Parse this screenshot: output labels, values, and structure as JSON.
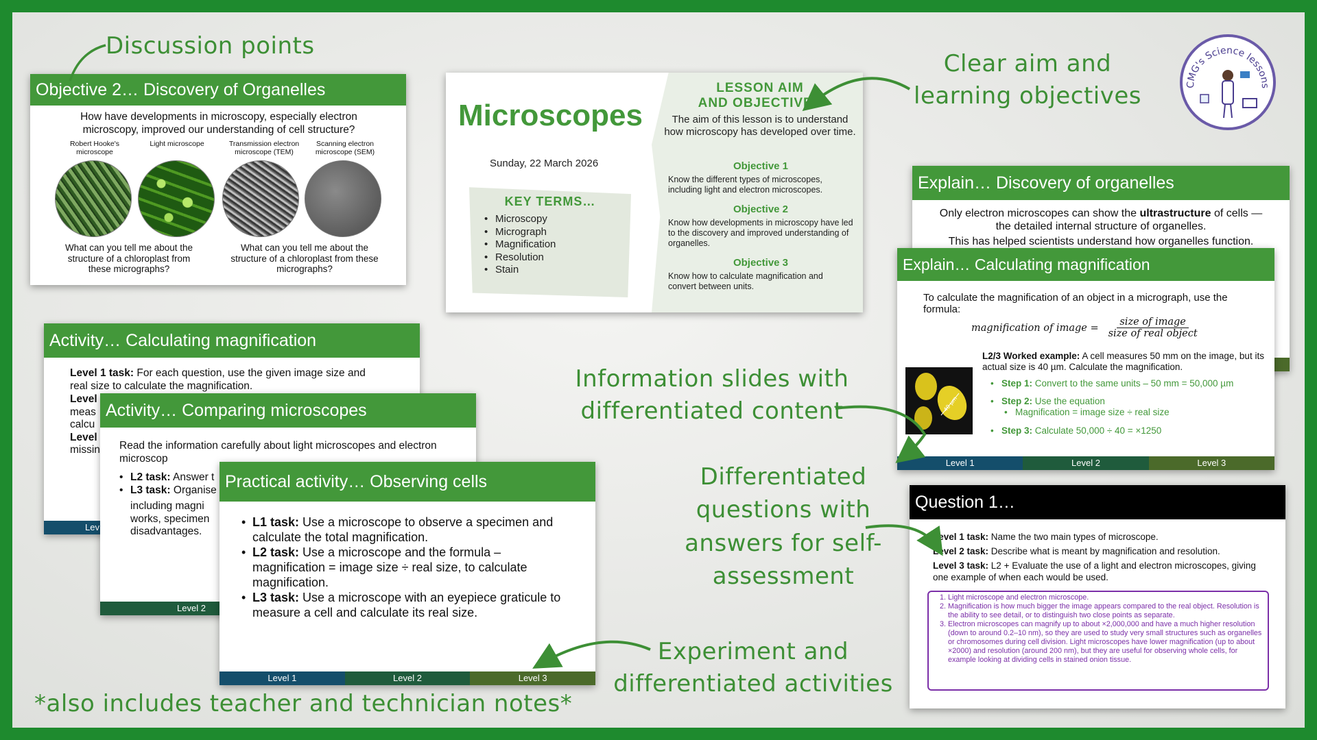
{
  "callouts": {
    "discussion": "Discussion points",
    "aim": [
      "Clear aim and",
      "learning objectives"
    ],
    "info": [
      "Information slides with",
      "differentiated content"
    ],
    "questions": [
      "Differentiated",
      "questions with",
      "answers for self-",
      "assessment"
    ],
    "experiment": [
      "Experiment and",
      "differentiated activities"
    ],
    "notes": "*also includes teacher and technician notes*"
  },
  "logo": {
    "text": "CMG's Science lessons"
  },
  "obj2": {
    "title": "Objective 2… Discovery of Organelles",
    "question": "How have developments in microscopy, especially electron microscopy, improved our understanding of cell structure?",
    "labels": [
      "Robert Hooke's microscope",
      "Light microscope",
      "Transmission electron microscope (TEM)",
      "Scanning electron microscope (SEM)"
    ],
    "prompt_left": "What can you tell me about the structure of a chloroplast from these micrographs?",
    "prompt_right": "What can you tell me about the structure of a chloroplast from these micrographs?"
  },
  "title_slide": {
    "title": "Microscopes",
    "date": "Sunday, 22 March 2026",
    "key_terms_heading": "KEY TERMS…",
    "key_terms": [
      "Microscopy",
      "Micrograph",
      "Magnification",
      "Resolution",
      "Stain"
    ],
    "aim_heading": [
      "LESSON AIM",
      "AND OBJECTIVES"
    ],
    "aim_text": "The aim of this lesson is to understand how microscopy has developed over time.",
    "objectives": [
      {
        "heading": "Objective 1",
        "text": "Know the different types of microscopes, including light and electron microscopes."
      },
      {
        "heading": "Objective 2",
        "text": "Know how developments in microscopy have led to the discovery and improved understanding of organelles."
      },
      {
        "heading": "Objective 3",
        "text": "Know how to calculate magnification and convert between units."
      }
    ]
  },
  "explain_org": {
    "title": "Explain… Discovery of organelles",
    "text_pre": "Only electron microscopes can show the ",
    "text_bold": "ultrastructure",
    "text_post": " of cells — the detailed internal structure of organelles.",
    "text2": "This has helped scientists understand how organelles function."
  },
  "explain_mag": {
    "title": "Explain… Calculating magnification",
    "intro": "To calculate the magnification of an object in a micrograph, use the formula:",
    "formula_lhs": "magnification of image =",
    "formula_num": "size of image",
    "formula_den": "size of real object",
    "worked_bold": "L2/3 Worked example:",
    "worked_text": " A cell measures 50 mm on the image, but its actual size is 40 µm. Calculate the magnification.",
    "step1_bold": "Step 1:",
    "step1_text": " Convert to the same units – 50 mm = 50,000 µm",
    "step2_bold": "Step 2:",
    "step2_text": " Use the equation",
    "step2_sub": "Magnification = image size ÷ real size",
    "step3_bold": "Step 3:",
    "step3_text": " Calculate 50,000 ÷ 40 = ×1250",
    "image_label": "40 µm",
    "levels": [
      "Level 1",
      "Level 2",
      "Level 3"
    ]
  },
  "activity_mag": {
    "title": "Activity… Calculating magnification",
    "l1_bold": "Level 1 task:",
    "l1_text": " For each question, use the given image size and real size to calculate the magnification.",
    "frag_lines": [
      "Level",
      "meas",
      "calcu",
      "Level",
      "missin"
    ],
    "level_frag": "Lev"
  },
  "activity_comp": {
    "title": "Activity… Comparing microscopes",
    "intro": "Read the information carefully about light microscopes and electron microscop",
    "l2_bold": "L2 task:",
    "l2_text": " Answer t",
    "l3_bold": "L3 task:",
    "l3_text": " Organise",
    "l3_lines": [
      "including magni",
      "works, specimen",
      "disadvantages."
    ],
    "level2": "Level 2"
  },
  "practical": {
    "title": "Practical activity… Observing cells",
    "items": [
      {
        "bold": "L1 task:",
        "text": " Use a microscope to observe a specimen and calculate the total magnification."
      },
      {
        "bold": "L2 task:",
        "text": " Use a microscope and the formula – magnification = image size ÷ real size, to calculate magnification."
      },
      {
        "bold": "L3 task:",
        "text": " Use a microscope with an eyepiece graticule to measure a cell and calculate its real size."
      }
    ],
    "levels": [
      "Level 1",
      "Level 2",
      "Level 3"
    ]
  },
  "question": {
    "title": "Question 1…",
    "q1_bold": "Level 1 task:",
    "q1_text": " Name the two main types of microscope.",
    "q2_bold": "Level 2 task:",
    "q2_text": " Describe what is meant by magnification and resolution.",
    "q3_bold": "Level 3 task:",
    "q3_text": " L2 + Evaluate the use of a light and electron microscopes, giving one example of when each would be used.",
    "answers": [
      "Light microscope and electron microscope.",
      "Magnification is how much bigger the image appears compared to the real object. Resolution is the ability to see detail, or to distinguish two close points as separate.",
      "Electron microscopes can magnify up to about ×2,000,000 and have a much higher resolution (down to around 0.2–10 nm), so they are used to study very small structures such as organelles or chromosomes during cell division. Light microscopes have lower magnification (up to about ×2000) and resolution (around 200 nm), but they are useful for observing whole cells, for example looking at dividing cells in stained onion tissue."
    ]
  },
  "colors": {
    "frame": "#1e8a2e",
    "callout": "#3d8f35",
    "slide_header": "#43983a",
    "question_header": "#000000",
    "answer_text": "#7b2fa8",
    "level1": "#144e6b",
    "level2": "#1f5b3c",
    "level3": "#4b6a2a"
  }
}
